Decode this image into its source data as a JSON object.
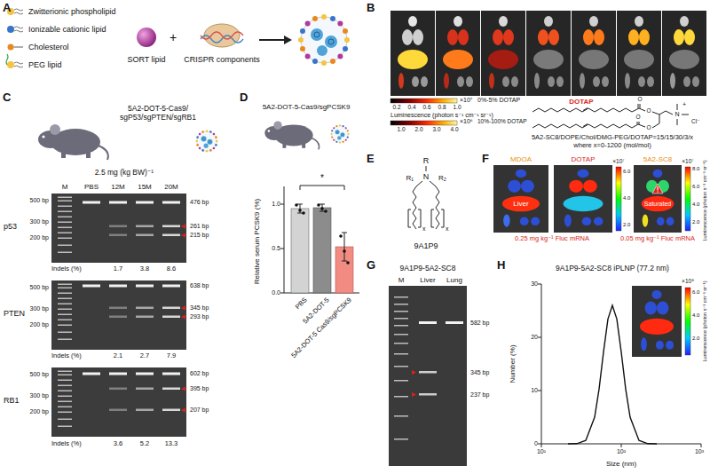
{
  "diagram": {
    "labels": [
      "A",
      "Zwitterionic phospholipid",
      "Ionizable cationic lipid",
      "Cholesterol",
      "PEG lipid",
      "SORT lipid",
      "+",
      "CRISPR components",
      "B",
      "Luminescence (photon s⁻¹ cm⁻¹ sr⁻¹)",
      "×10⁷",
      "0.2",
      "0.4",
      "0.6",
      "0.8",
      "1.0",
      "0%-5% DOTAP",
      "×10⁶",
      "1.0",
      "2.0",
      "3.0",
      "4.0",
      "10%-100% DOTAP",
      "DOTAP",
      "O",
      "O",
      "O",
      "O",
      "N",
      "+",
      "Cl⁻",
      "5A2-SC8/DOPE/Chol/DMG-PEG/DOTAP=15/15/30/3/x where x=0-1200 (mol/mol)",
      "C",
      "5A2-DOT-5-Cas9/ sgP53/sgPTEN/sgRB1",
      "2.5 mg (kg BW)⁻¹",
      "M",
      "PBS",
      "12M",
      "15M",
      "20M",
      "p53",
      "500 bp",
      "300 bp",
      "200 bp",
      "476 bp",
      "261 bp",
      "215 bp",
      "Indels (%)",
      "1.7",
      "3.8",
      "8.6",
      "PTEN",
      "500 bp",
      "300 bp",
      "200 bp",
      "638 bp",
      "345 bp",
      "293 bp",
      "Indels (%)",
      "2.1",
      "2.7",
      "7.9",
      "RB1",
      "500 bp",
      "300 bp",
      "200 bp",
      "602 bp",
      "395 bp",
      "207 bp",
      "Indels (%)",
      "3.6",
      "5.2",
      "13.3",
      "D",
      "5A2-DOT-5-Cas9/sgPCSK9",
      "Relative serum PCSK9 (%)",
      "0.0",
      "0.5",
      "1.0",
      "*",
      "PBS",
      "5A2-DOT-5",
      "5A2-DOT-5 Cas9/sgPCSK9",
      "E",
      "R",
      "N",
      "R₁",
      "R₂",
      "x",
      "x",
      "9A1P9",
      "F",
      "MDOA",
      "DOTAP",
      "5A2-SC8",
      "×10⁷",
      "6.0",
      "4.0",
      "2.0",
      "Liver",
      "Saturated",
      "×10⁷",
      "8.0",
      "6.0",
      "4.0",
      "2.0",
      "Luminescence (photon s⁻¹ cm⁻¹ sr⁻¹)",
      "0.25 mg kg⁻¹ Fluc mRNA",
      "0.05 mg kg⁻¹ Fluc mRNA",
      "G",
      "9A1P9-5A2-SC8",
      "M",
      "Liver",
      "Lung",
      "582 bp",
      "345 bp",
      "237 bp",
      "H",
      "9A1P9-5A2-SC8 iPLNP (77.2 nm)",
      "Number (%)",
      "0",
      "10",
      "20",
      "30",
      "10¹",
      "10²",
      "10³",
      "Size (nm)",
      "×10⁸",
      "6.0",
      "4.0",
      "2.0",
      "Luminescence (photon s⁻¹ cm⁻¹ sr⁻¹)"
    ]
  }
}
